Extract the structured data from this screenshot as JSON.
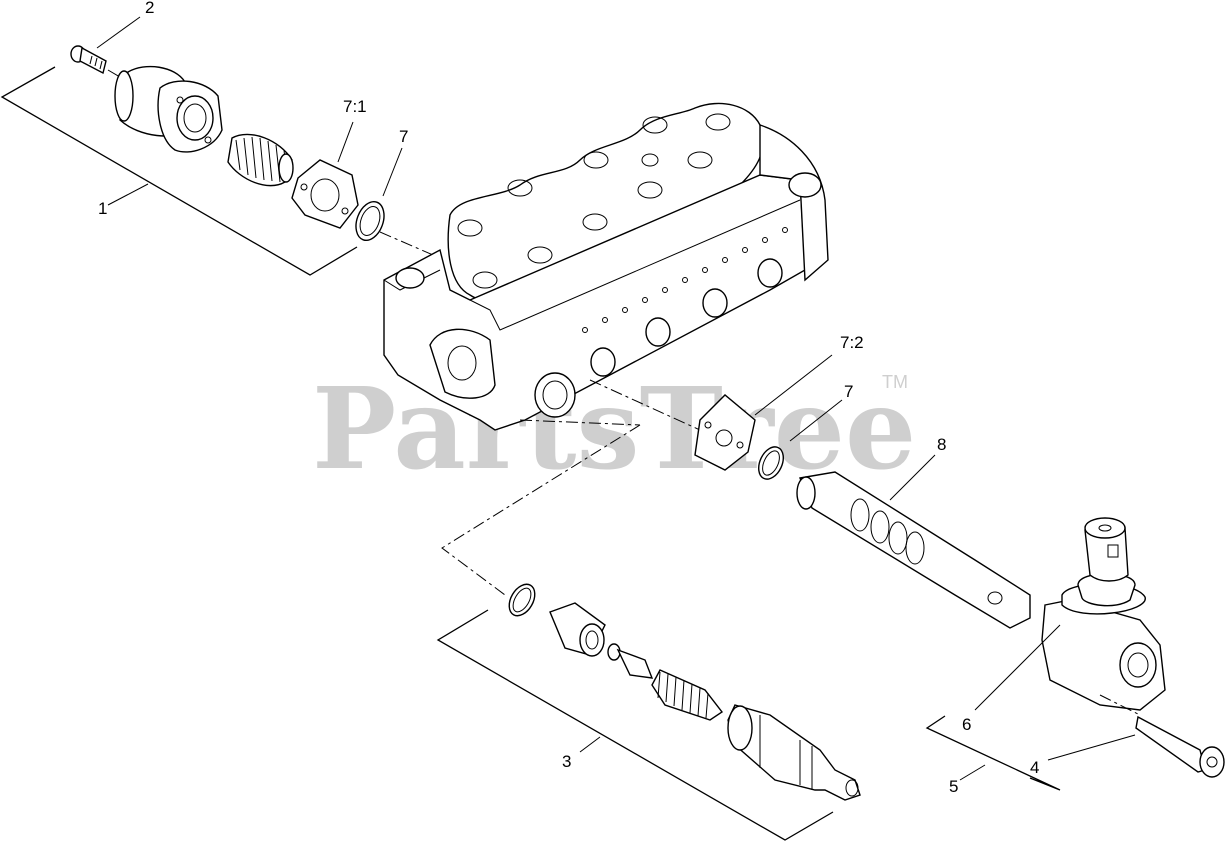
{
  "watermark": {
    "text": "PartsTree",
    "tm": "TM"
  },
  "callouts": [
    {
      "id": "c1",
      "text": "1"
    },
    {
      "id": "c2",
      "text": "2"
    },
    {
      "id": "c3",
      "text": "3"
    },
    {
      "id": "c4",
      "text": "4"
    },
    {
      "id": "c5",
      "text": "5"
    },
    {
      "id": "c6",
      "text": "6"
    },
    {
      "id": "c7a",
      "text": "7"
    },
    {
      "id": "c7b",
      "text": "7"
    },
    {
      "id": "c71",
      "text": "7:1"
    },
    {
      "id": "c72",
      "text": "7:2"
    },
    {
      "id": "c8",
      "text": "8"
    }
  ]
}
